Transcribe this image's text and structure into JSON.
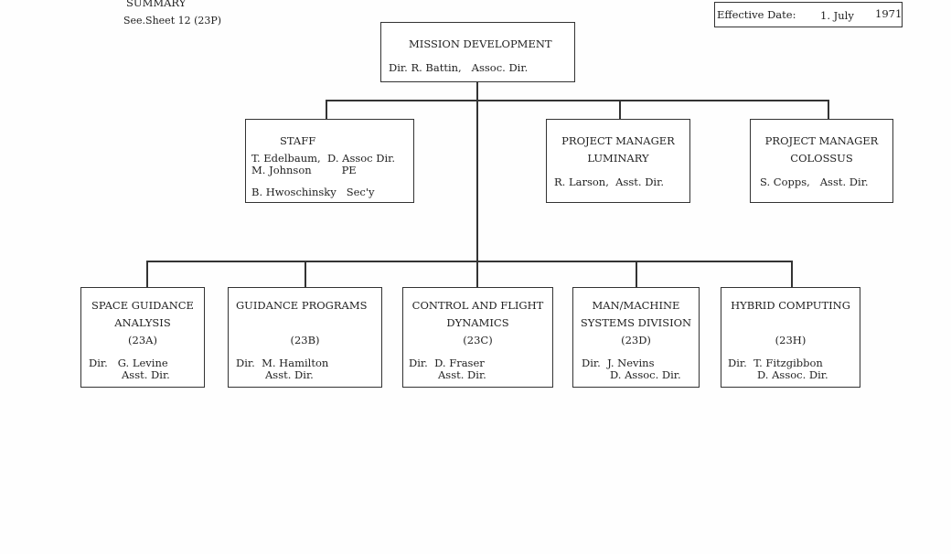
{
  "header": {
    "summary": "SUMMARY",
    "see_sheet": "See.Sheet 12 (23P)",
    "effective_label": "Effective Date:",
    "effective_day": "1. July",
    "effective_year": "1971"
  },
  "mission": {
    "title": "MISSION DEVELOPMENT",
    "line": "Dir. R. Battin,   Assoc. Dir."
  },
  "staff": {
    "title": "STAFF",
    "l1": "T. Edelbaum,  D. Assoc Dir.",
    "l2": "M. Johnson         PE",
    "l3": "B. Hwoschinsky   Sec'y"
  },
  "luminary": {
    "title": "PROJECT MANAGER",
    "sub": "LUMINARY",
    "line": "R. Larson,  Asst. Dir."
  },
  "colossus": {
    "title": "PROJECT MANAGER",
    "sub": "COLOSSUS",
    "line": "S. Copps,   Asst. Dir."
  },
  "divisions": [
    {
      "t1": "SPACE GUIDANCE",
      "t2": "ANALYSIS",
      "code": "(23A)",
      "d1": "Dir.   G. Levine",
      "d2": "Asst. Dir."
    },
    {
      "t1": "GUIDANCE PROGRAMS",
      "t2": "",
      "code": "(23B)",
      "d1": "Dir.  M. Hamilton",
      "d2": "Asst. Dir."
    },
    {
      "t1": "CONTROL AND FLIGHT",
      "t2": "DYNAMICS",
      "code": "(23C)",
      "d1": "Dir.  D. Fraser",
      "d2": "Asst. Dir."
    },
    {
      "t1": "MAN/MACHINE",
      "t2": "SYSTEMS DIVISION",
      "code": "(23D)",
      "d1": "Dir.  J. Nevins",
      "d2": "D. Assoc. Dir."
    },
    {
      "t1": "HYBRID COMPUTING",
      "t2": "",
      "code": "(23H)",
      "d1": "Dir.  T. Fitzgibbon",
      "d2": "D. Assoc. Dir."
    }
  ]
}
